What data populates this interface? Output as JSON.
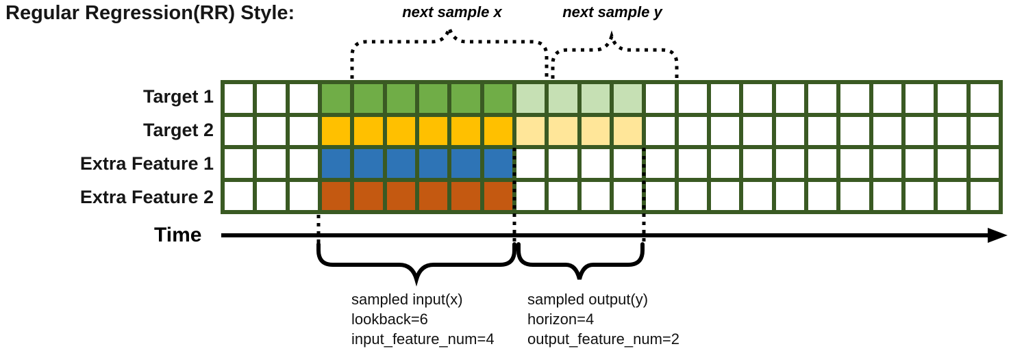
{
  "title": "Regular Regression(RR) Style:",
  "top_braces": {
    "x_label": "next sample x",
    "y_label": "next sample y"
  },
  "grid": {
    "columns": 24,
    "input_start": 3,
    "input_length": 6,
    "output_length": 4,
    "border_color": "#3A5A23",
    "empty_color": "#ffffff"
  },
  "rows": [
    {
      "label": "Target 1",
      "solid_color": "#70AD47",
      "light_color": "#C6E0B4",
      "has_output": true
    },
    {
      "label": "Target 2",
      "solid_color": "#FFC000",
      "light_color": "#FFE699",
      "has_output": true
    },
    {
      "label": "Extra Feature 1",
      "solid_color": "#2E74B6",
      "light_color": null,
      "has_output": false
    },
    {
      "label": "Extra Feature 2",
      "solid_color": "#C45911",
      "light_color": null,
      "has_output": false
    }
  ],
  "time_axis": {
    "label": "Time"
  },
  "annotations": {
    "input": {
      "lines": [
        "sampled input(x)",
        "lookback=6",
        "input_feature_num=4"
      ]
    },
    "output": {
      "lines": [
        "sampled output(y)",
        "horizon=4",
        "output_feature_num=2"
      ]
    }
  }
}
